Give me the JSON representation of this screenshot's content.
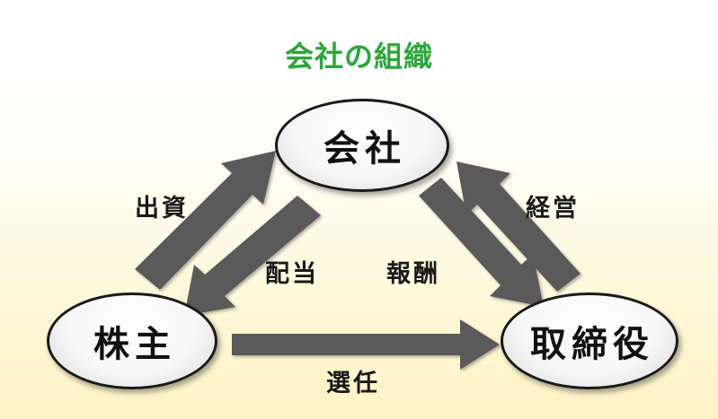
{
  "title": "会社の組織",
  "nodes": {
    "company": "会社",
    "shareholders": "株主",
    "directors": "取締役"
  },
  "labels": {
    "investment": "出資",
    "dividend": "配当",
    "remuneration": "報酬",
    "management": "経営",
    "election": "選任"
  },
  "colors": {
    "title": "#2aa838",
    "arrow": "#5a5a5a"
  }
}
